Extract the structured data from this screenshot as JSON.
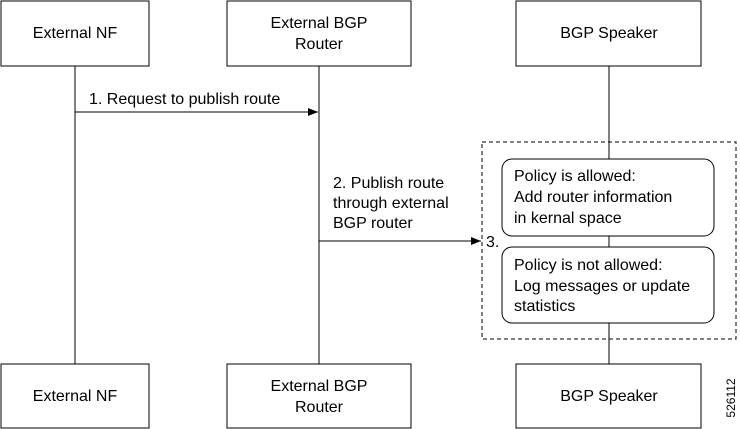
{
  "participants": [
    {
      "id": "external-nf",
      "lines": [
        "External NF"
      ]
    },
    {
      "id": "external-bgp-router",
      "lines": [
        "External BGP",
        "Router"
      ]
    },
    {
      "id": "bgp-speaker",
      "lines": [
        "BGP Speaker"
      ]
    }
  ],
  "messages": [
    {
      "lines": [
        "1. Request to publish route"
      ]
    },
    {
      "lines": [
        "2. Publish route",
        "through external",
        "BGP router"
      ]
    }
  ],
  "step3_label": "3.",
  "policies": [
    {
      "lines": [
        "Policy is allowed:",
        "Add router information",
        "in kernal space"
      ]
    },
    {
      "lines": [
        "Policy is not allowed:",
        "Log messages or update",
        "statistics"
      ]
    }
  ],
  "figure_id": "526112",
  "colors": {
    "stroke": "#000000",
    "background": "#ffffff"
  }
}
